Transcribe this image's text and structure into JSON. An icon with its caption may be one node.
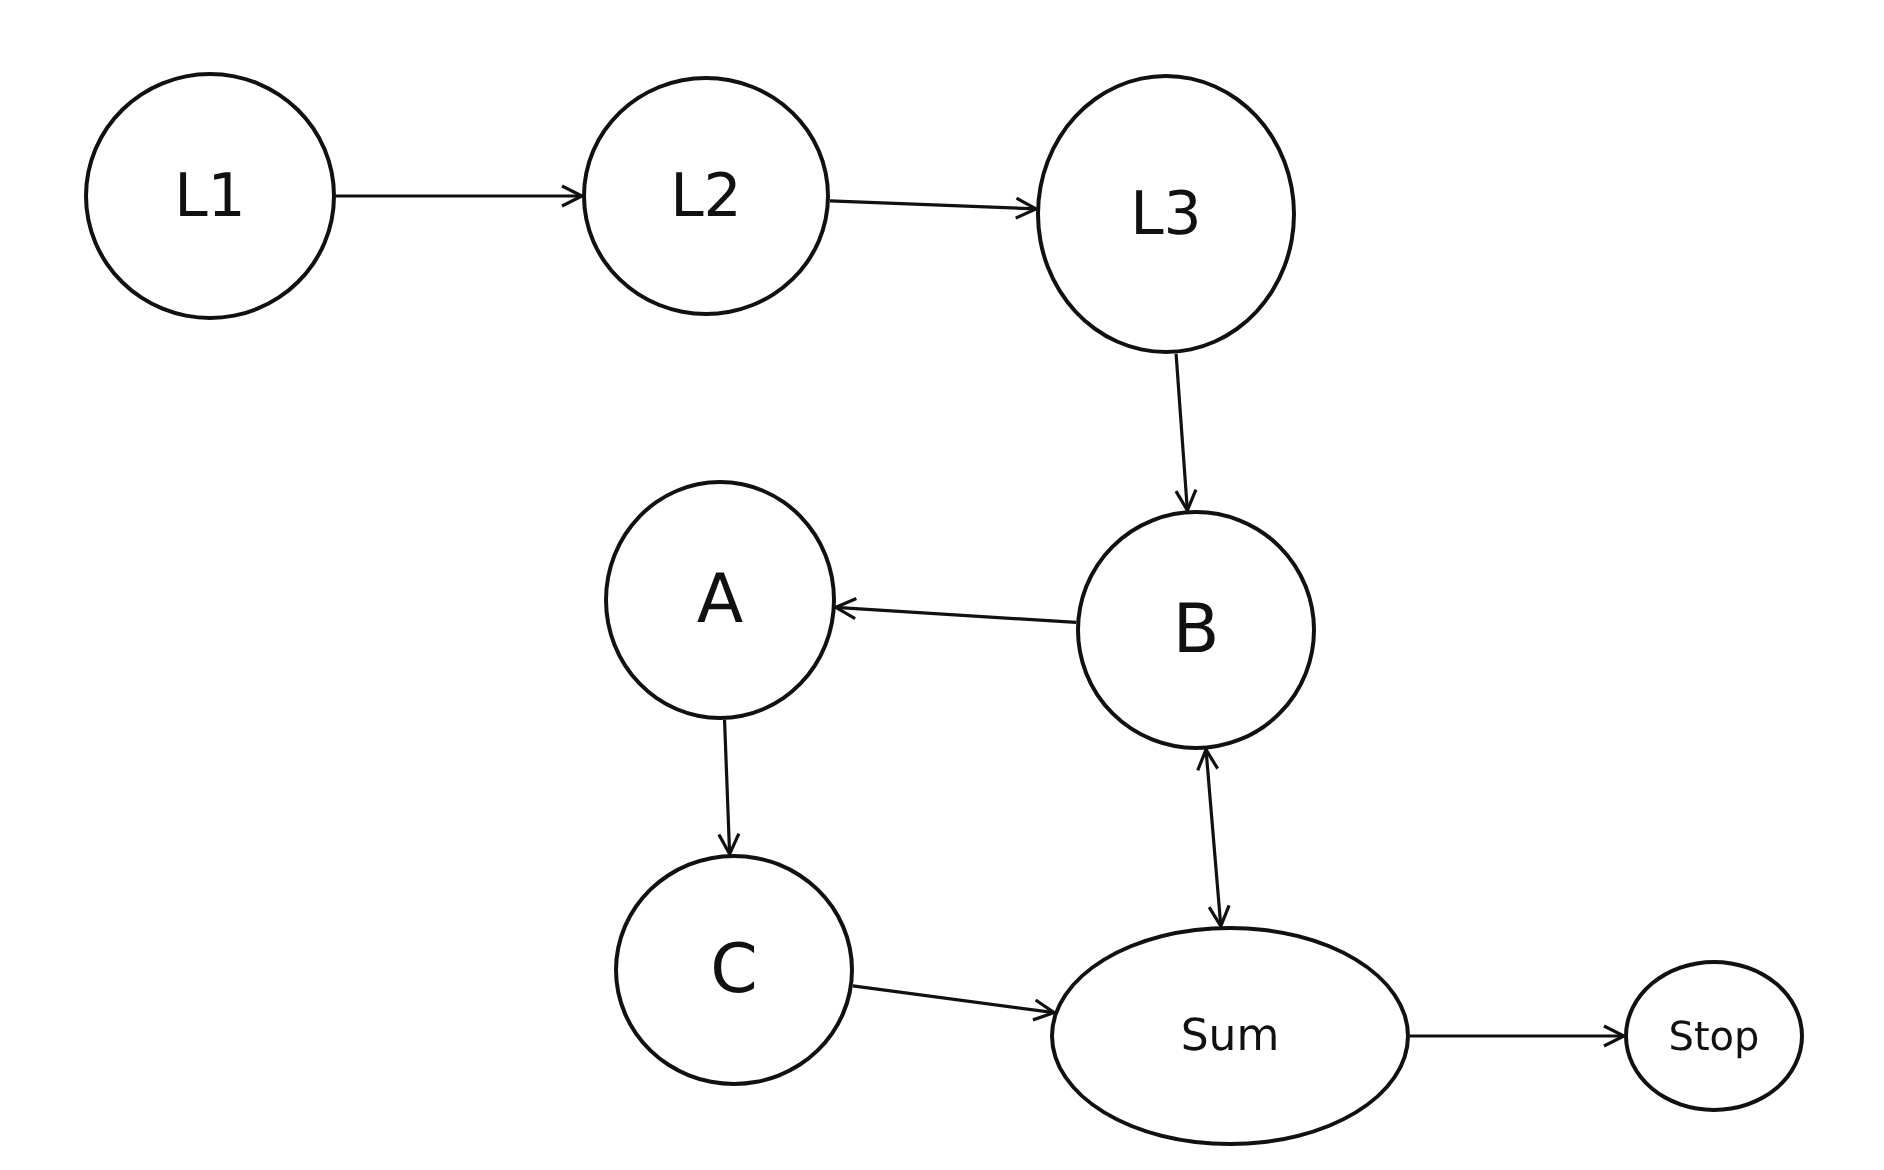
{
  "diagram": {
    "nodes": [
      {
        "text": [
          "L1"
        ]
      },
      {
        "text": [
          "L2"
        ]
      },
      {
        "text": [
          "L3"
        ]
      },
      {
        "text": [
          "A"
        ]
      },
      {
        "text": [
          "B"
        ]
      },
      {
        "text": [
          "C"
        ]
      },
      {
        "text": [
          "Sum"
        ]
      },
      {
        "text": [
          "Stop"
        ]
      }
    ],
    "edges": [
      {
        "from": 0,
        "to": 1,
        "arrow": "to"
      },
      {
        "from": 1,
        "to": 2,
        "arrow": "to"
      },
      {
        "from": 2,
        "to": 4,
        "arrow": "to"
      },
      {
        "from": 4,
        "to": 3,
        "arrow": "to"
      },
      {
        "from": 3,
        "to": 5,
        "arrow": "to"
      },
      {
        "from": 5,
        "to": 6,
        "arrow": "to"
      },
      {
        "from": 6,
        "to": 4,
        "arrow": "both"
      },
      {
        "from": 6,
        "to": 7,
        "arrow": "to"
      }
    ]
  }
}
